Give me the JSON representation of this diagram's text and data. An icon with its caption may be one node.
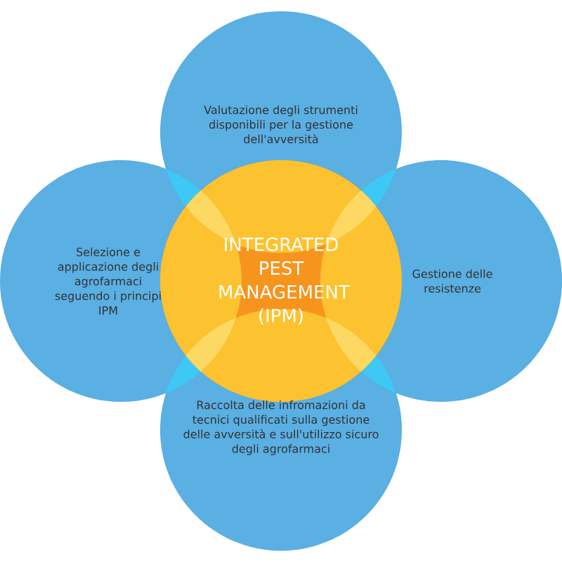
{
  "diagram": {
    "nodes": [
      {
        "text": [
          "Valutazione degli strumenti disponibili per la gestione dell'avversità"
        ]
      },
      {
        "text": [
          "Selezione e applicazione degli agrofarmaci seguendo i principi IPM"
        ]
      },
      {
        "text": [
          "INTEGRATED PEST MANAGEMENT (IPM)"
        ]
      },
      {
        "text": [
          "Gestione delle resistenze"
        ]
      },
      {
        "text": [
          "Raccolta delle infromazioni da tecnici qualificati sulla gestione delle avversità e sull'utilizzo sicuro degli agrofarmaci"
        ]
      }
    ]
  }
}
